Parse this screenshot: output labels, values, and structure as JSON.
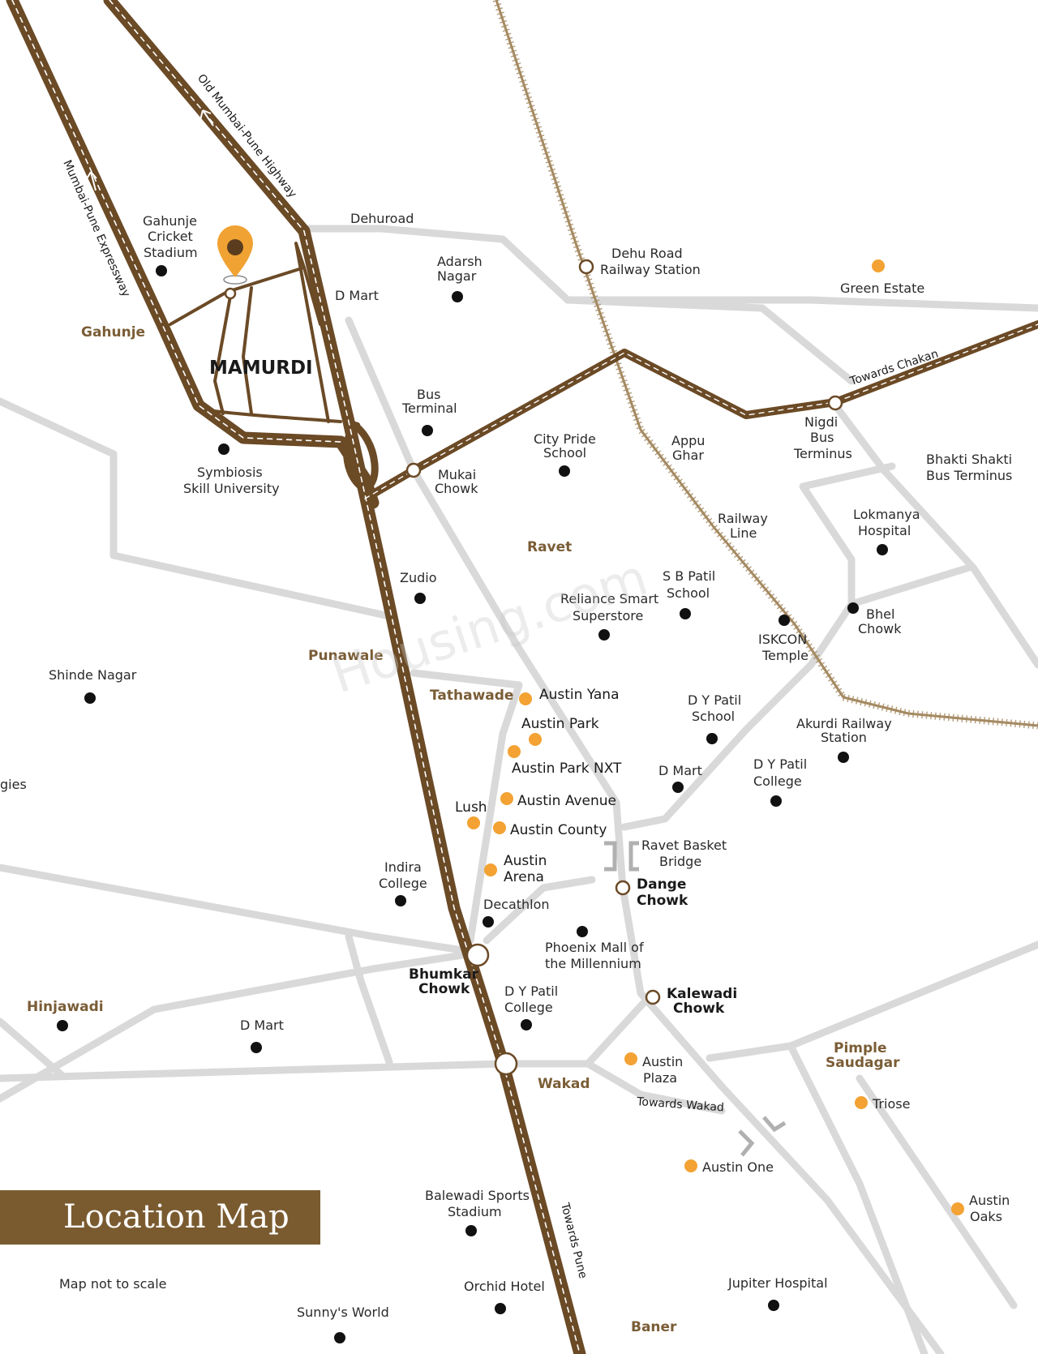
{
  "title": "Location Map",
  "note": "Map not to scale",
  "watermark": "Housing.com",
  "colors": {
    "primary_road": "#6b4a26",
    "secondary_road": "#d6d6d6",
    "project_dot": "#f3a233",
    "landmark_dot": "#111111",
    "title_bg": "#7a5b30",
    "area_text": "#7a5d36"
  },
  "roads": {
    "expressway": "Mumbai-Pune Expressway",
    "old_highway": "Old Mumbai-Pune Highway",
    "towards_chakan": "Towards Chakan",
    "towards_pune": "Towards Pune",
    "towards_wakad": "Towards Wakad",
    "railway": "Railway Line"
  },
  "main_location": "MAMURDI",
  "areas": {
    "gahunje": "Gahunje",
    "ravet": "Ravet",
    "punawale": "Punawale",
    "tathawade": "Tathawade",
    "hinjawadi": "Hinjawadi",
    "wakad": "Wakad",
    "pimple": "Pimple",
    "saudagar": "Saudagar",
    "baner": "Baner",
    "dehuroad": "Dehuroad",
    "gies": "gies"
  },
  "nodes": {
    "mukai1": "Mukai",
    "mukai2": "Chowk",
    "dehu1": "Dehu Road",
    "dehu2": "Railway Station",
    "nigdi1": "Nigdi",
    "nigdi2": "Bus",
    "nigdi3": "Terminus",
    "dange1": "Dange",
    "dange2": "Chowk",
    "bhumkar1": "Bhumkar",
    "bhumkar2": "Chowk",
    "kalewadi1": "Kalewadi",
    "kalewadi2": "Chowk"
  },
  "landmarks": {
    "gahunje_stadium": [
      "Gahunje",
      "Cricket",
      "Stadium"
    ],
    "adarsh": [
      "Adarsh",
      "Nagar"
    ],
    "dmart1": "D Mart",
    "bus_terminal": [
      "Bus",
      "Terminal"
    ],
    "symbiosis": [
      "Symbiosis",
      "Skill University"
    ],
    "city_pride": [
      "City Pride",
      "School"
    ],
    "appu": [
      "Appu",
      "Ghar"
    ],
    "green_estate": "Green Estate",
    "bhakti": [
      "Bhakti Shakti",
      "Bus Terminus"
    ],
    "lokmanya": [
      "Lokmanya",
      "Hospital"
    ],
    "bhel": [
      "Bhel",
      "Chowk"
    ],
    "iskcon": [
      "ISKCON",
      "Temple"
    ],
    "sb_patil": [
      "S B Patil",
      "School"
    ],
    "reliance": [
      "Reliance Smart",
      "Superstore"
    ],
    "zudio": "Zudio",
    "shinde": "Shinde Nagar",
    "dy_school": [
      "D Y Patil",
      "School"
    ],
    "akurdi": [
      "Akurdi Railway",
      "Station"
    ],
    "dmart2": "D Mart",
    "dy_college1": [
      "D Y Patil",
      "College"
    ],
    "ravet_bridge": [
      "Ravet Basket",
      "Bridge"
    ],
    "indira": [
      "Indira",
      "College"
    ],
    "decathlon": "Decathlon",
    "phoenix": [
      "Phoenix Mall of",
      "the Millennium"
    ],
    "dy_college2": [
      "D Y Patil",
      "College"
    ],
    "dmart3": "D Mart",
    "balewadi": [
      "Balewadi Sports",
      "Stadium"
    ],
    "orchid": "Orchid Hotel",
    "sunny": "Sunny's World",
    "jupiter": "Jupiter Hospital"
  },
  "projects": {
    "yana": "Austin Yana",
    "park": "Austin Park",
    "park_nxt": "Austin Park NXT",
    "avenue": "Austin Avenue",
    "lush": "Lush",
    "county": "Austin County",
    "arena": [
      "Austin",
      "Arena"
    ],
    "plaza": [
      "Austin",
      "Plaza"
    ],
    "triose": "Triose",
    "one": "Austin One",
    "oaks": [
      "Austin",
      "Oaks"
    ]
  }
}
